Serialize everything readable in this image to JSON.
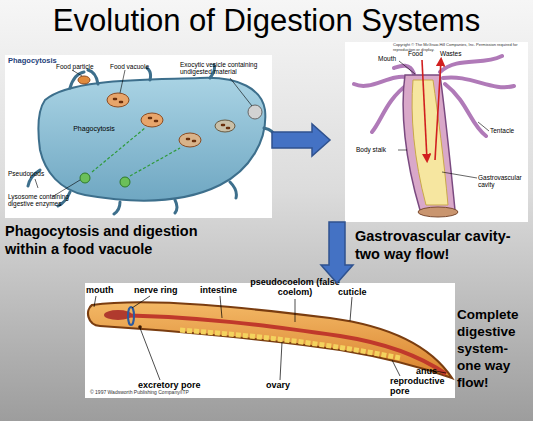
{
  "diagram": {
    "title": "Evolution of Digestion Systems",
    "nodes": [
      {
        "text": [
          "Phagocytosis and digestion within a food vacuole"
        ]
      },
      {
        "text": [
          "Gastrovascular cavity- two way flow!"
        ]
      },
      {
        "text": [
          "Complete digestive system- one way flow!"
        ]
      }
    ],
    "edges": [
      {
        "from": 0,
        "to": 1,
        "arrow": "to"
      },
      {
        "from": 1,
        "to": 2,
        "arrow": "to"
      }
    ],
    "labels": [
      "Phagocytosis",
      "Food particle",
      "Food vacuole",
      "Exocytic vesicle containing undigested material",
      "Pseudopods",
      "Phagocytosis",
      "Lysosome containing digestive enzymes",
      "Copyright © The McGraw-Hill Companies, Inc. Permission required for reproduction or display.",
      "Mouth",
      "Food",
      "Wastes",
      "Tentacle",
      "Body stalk",
      "Gastrovascular cavity",
      "mouth",
      "nerve ring",
      "intestine",
      "pseudocoelom (false coelom)",
      "cuticle",
      "excretory pore",
      "ovary",
      "reproductive pore",
      "anus",
      "© 1997 Wadsworth Publishing Company/ITP"
    ]
  }
}
